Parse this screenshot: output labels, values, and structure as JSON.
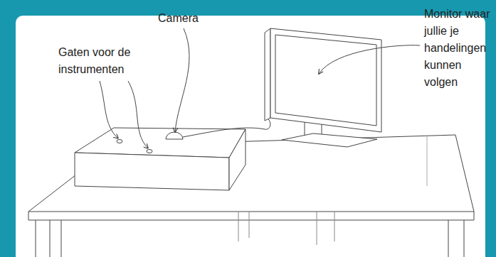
{
  "diagram": {
    "labels": [
      "Camera",
      "Gaten voor de instrumenten",
      "Monitor waar jullie je handelingen kunnen volgen"
    ]
  }
}
